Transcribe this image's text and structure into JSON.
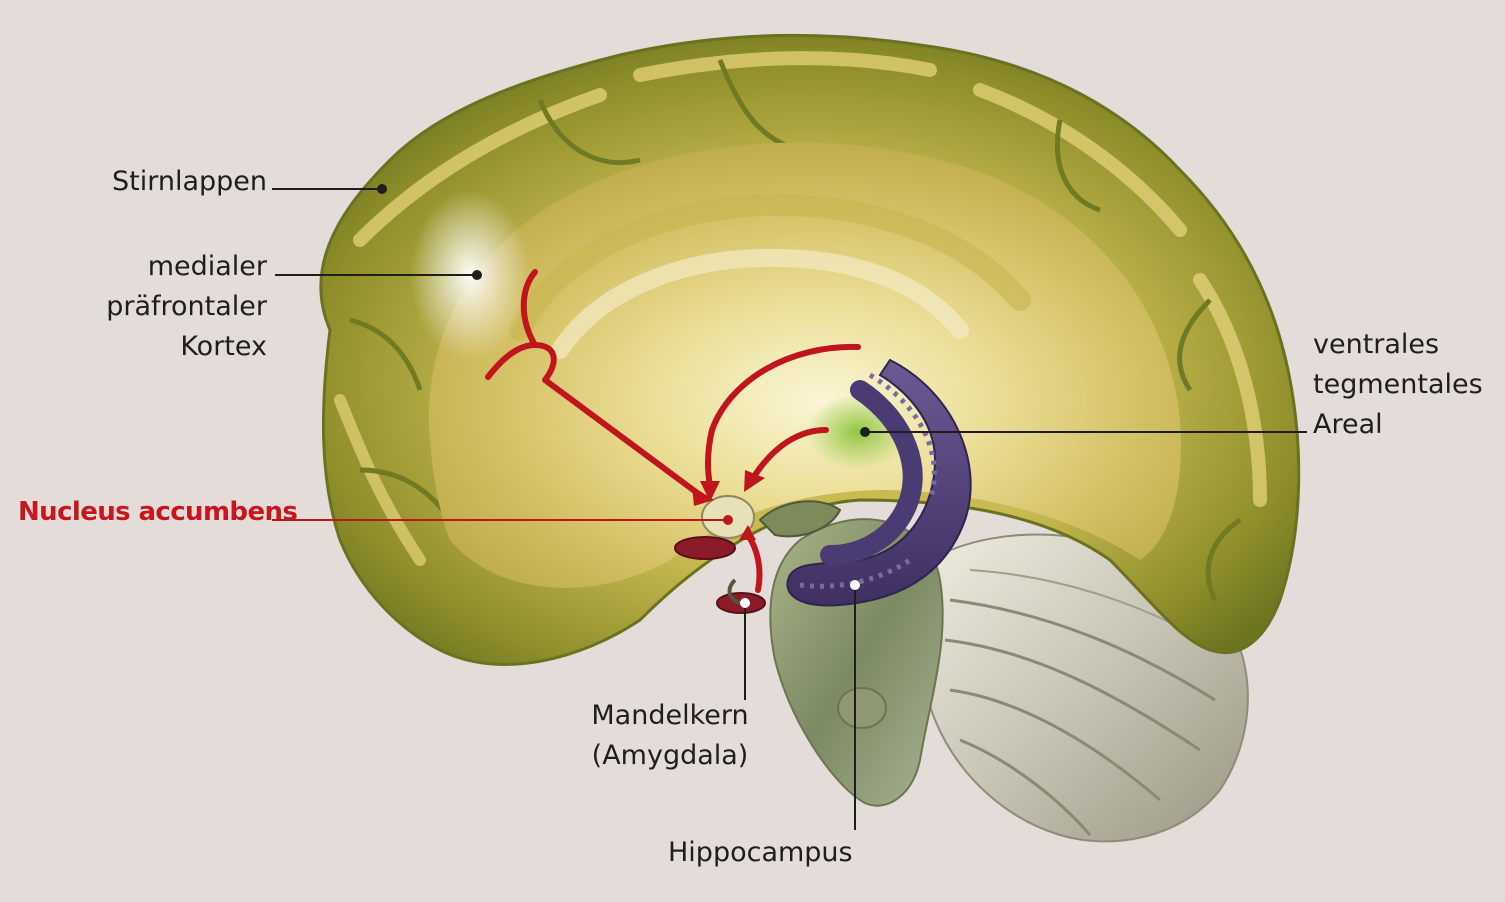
{
  "labels": {
    "stirnlappen": "Stirnlappen",
    "mpfc_line1": "medialer",
    "mpfc_line2": "präfrontaler",
    "mpfc_line3": "Kortex",
    "nucleus": "Nucleus accumbens",
    "vta_line1": "ventrales",
    "vta_line2": "tegmentales",
    "vta_line3": "Areal",
    "amygdala_line1": "Mandelkern",
    "amygdala_line2": "(Amygdala)",
    "hippocampus": "Hippocampus"
  },
  "colors": {
    "background": "#e4dcd8",
    "pathway": "#c0151d",
    "highlight_label": "#c8161e",
    "label_text": "#1e1e1e",
    "cortex_gold": "#d9c15a",
    "cortex_olive": "#7f8a24",
    "hippocampus_purple": "#5d4a82",
    "vta_green": "#8cc43c"
  }
}
